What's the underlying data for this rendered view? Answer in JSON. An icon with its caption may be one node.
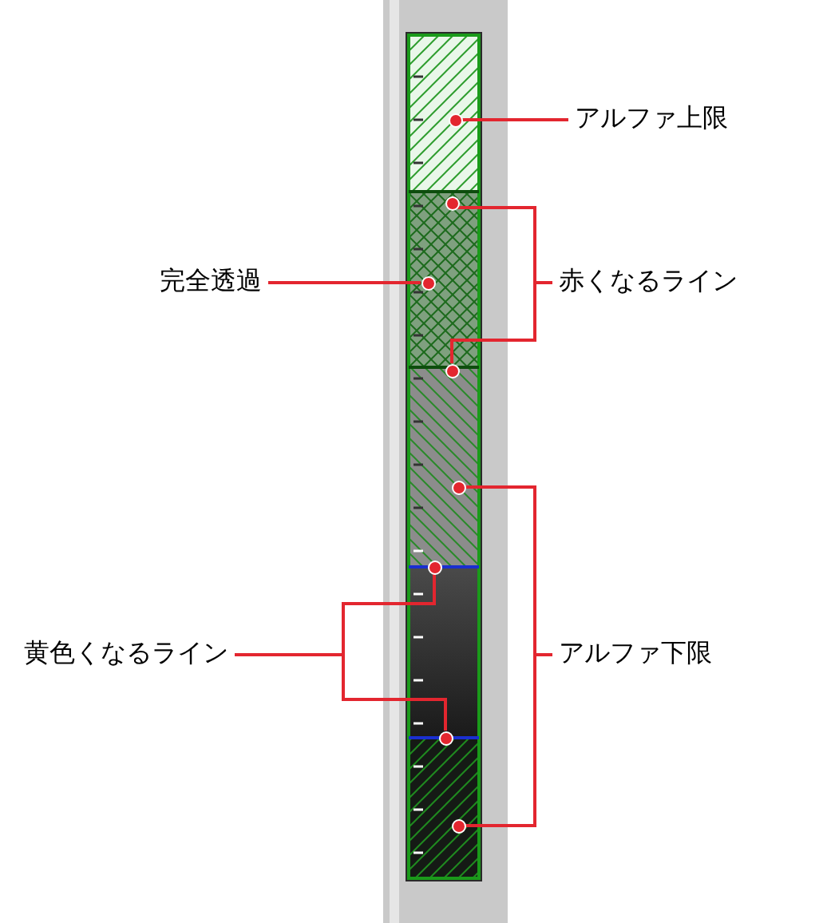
{
  "diagram": {
    "nodes": [
      {
        "text": [
          "アルファ上限"
        ]
      },
      {
        "text": [],
        "shape": "circle"
      },
      {
        "text": [
          "完全透過"
        ]
      },
      {
        "text": [],
        "shape": "circle"
      },
      {
        "text": [
          "赤くなるライン"
        ]
      },
      {
        "text": [],
        "shape": "circle"
      },
      {
        "text": [],
        "shape": "circle"
      },
      {
        "text": [],
        "shape": "circle"
      },
      {
        "text": [
          "黄色くなるライン"
        ]
      },
      {
        "text": [],
        "shape": "circle"
      },
      {
        "text": [
          "アルファ下限"
        ]
      },
      {
        "text": [],
        "shape": "circle"
      },
      {
        "text": [],
        "shape": "circle"
      }
    ],
    "edges": [
      {
        "from": 0,
        "to": 1,
        "arrow": "none"
      },
      {
        "from": 2,
        "to": 3,
        "arrow": "none"
      },
      {
        "from": 4,
        "to": 5,
        "arrow": "none"
      },
      {
        "from": 4,
        "to": 6,
        "arrow": "none"
      },
      {
        "from": 10,
        "to": 7,
        "arrow": "none"
      },
      {
        "from": 8,
        "to": 9,
        "arrow": "none"
      },
      {
        "from": 8,
        "to": 11,
        "arrow": "none"
      },
      {
        "from": 10,
        "to": 12,
        "arrow": "none"
      }
    ]
  }
}
